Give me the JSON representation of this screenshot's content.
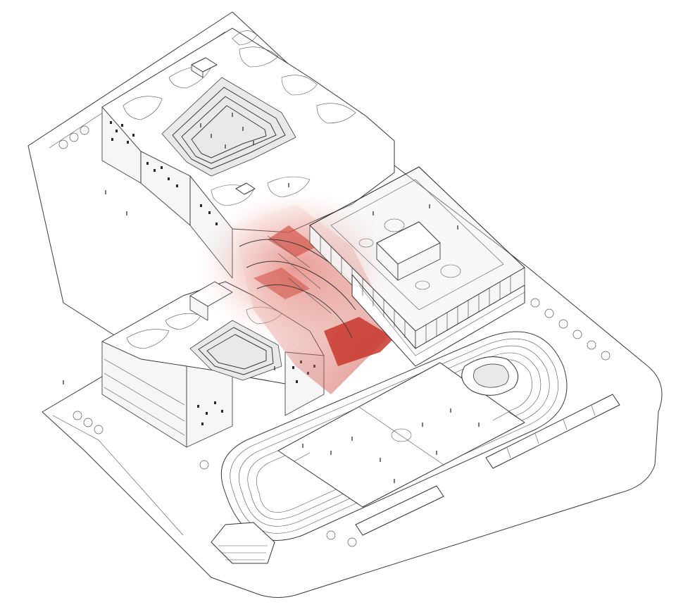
{
  "colors": {
    "background": "#ffffff",
    "line": "#333333",
    "accent_red": "#c8372d",
    "accent_red_light": "#e9a49c",
    "glass": "#ececec"
  },
  "elements": {
    "site_boundary": "site-boundary",
    "north_building": "north-building",
    "south_building": "south-building",
    "gymnasium": "gymnasium-glass-box",
    "atrium": "central-red-atrium",
    "running_track": "running-track",
    "football_field": "football-field",
    "small_stadium": "small-stadium",
    "grandstand": "grandstand"
  }
}
